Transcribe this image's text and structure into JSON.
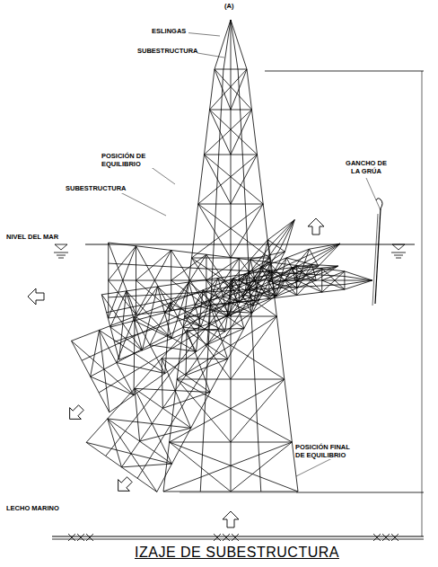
{
  "diagram": {
    "caption": "IZAJE DE SUBESTRUCTURA",
    "labels": [
      "(A)",
      "ESLINGAS",
      "SUBESTRUCTURA",
      "POSICIÓN DE EQUILIBRIO",
      "SUBESTRUCTURA",
      "GANCHO DE LA GRÚA",
      "NIVEL DEL MAR",
      "POSICIÓN FINAL DE EQUILIBRIO",
      "LECHO MARINO"
    ]
  }
}
